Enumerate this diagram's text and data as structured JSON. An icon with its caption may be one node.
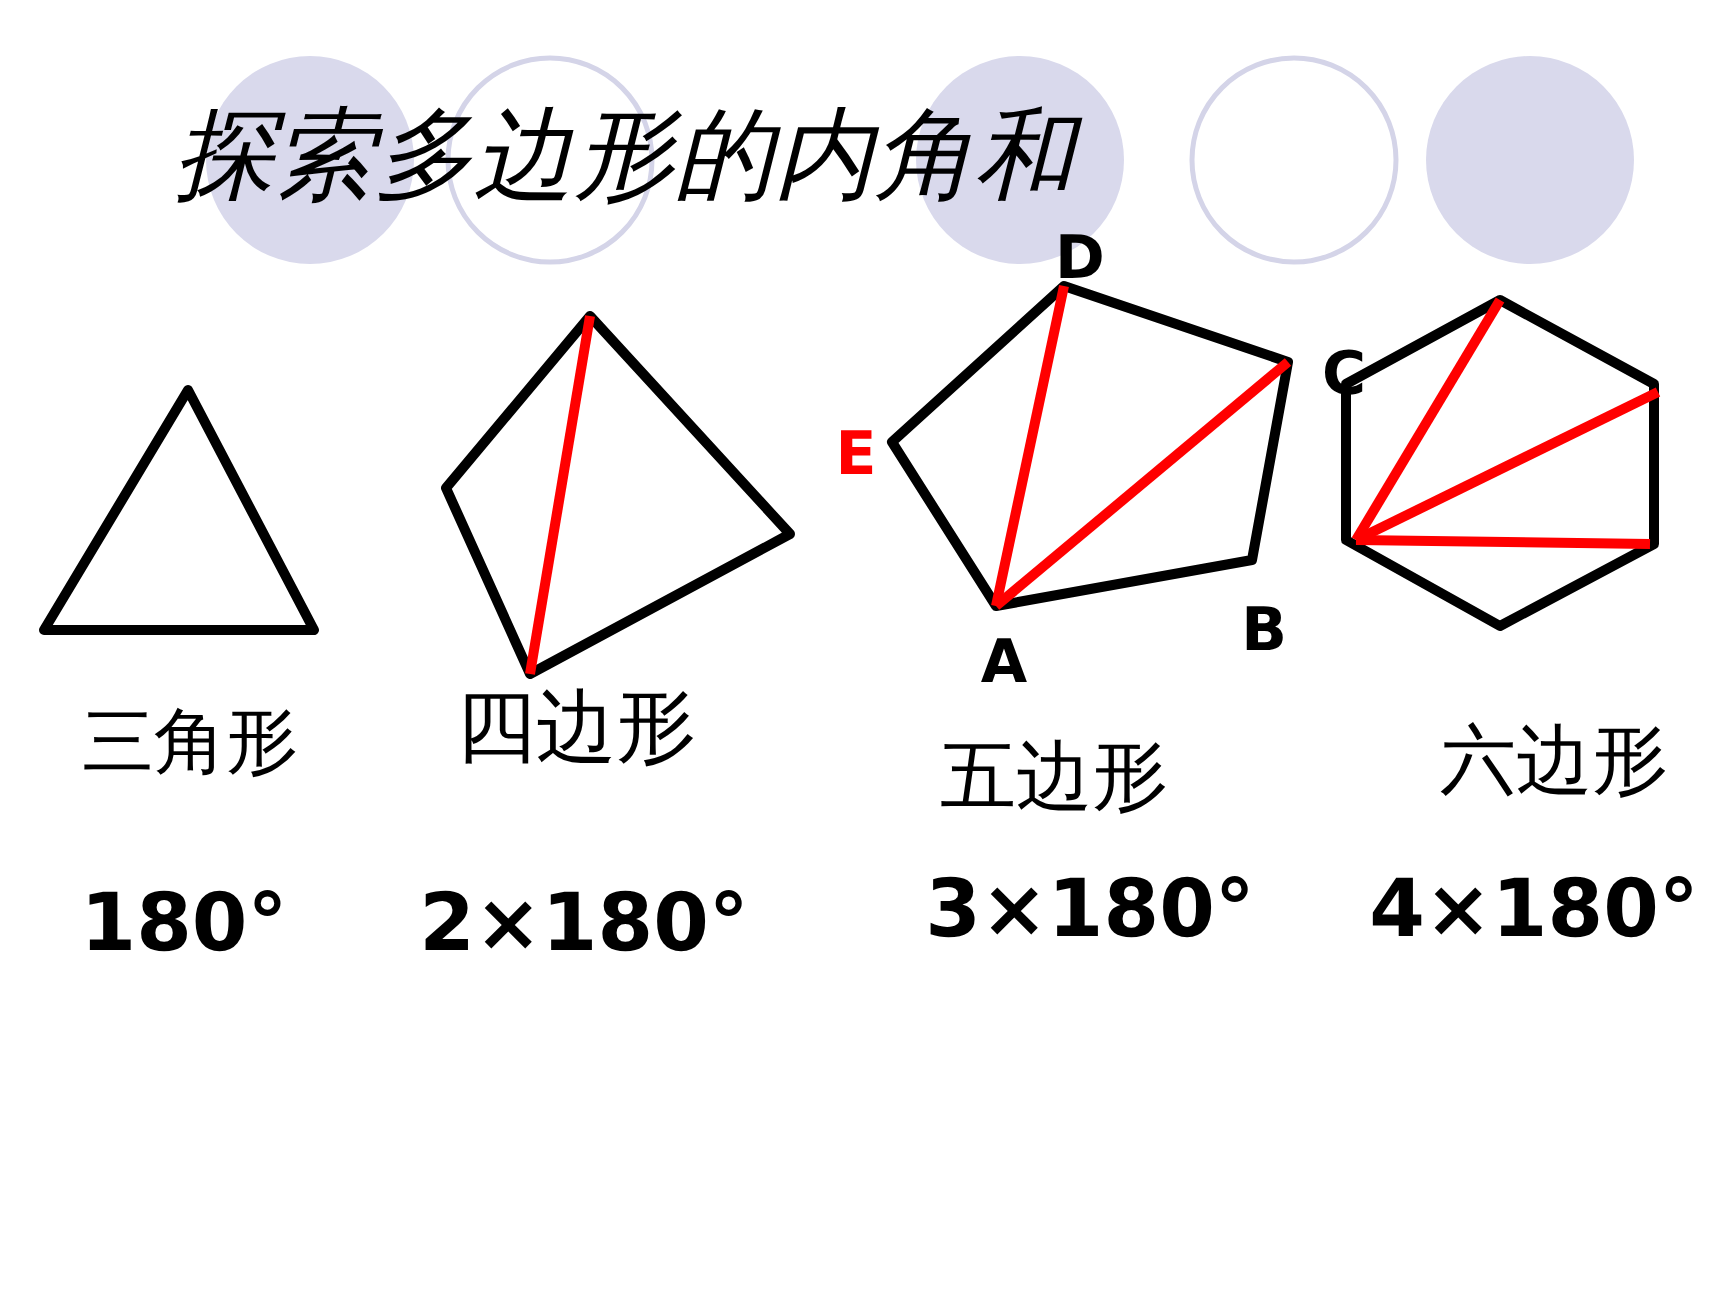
{
  "diagram": {
    "title": "探索多边形的内角和",
    "labels": [
      "D",
      "C",
      "E",
      "B",
      "A",
      "三角形",
      "四边形",
      "五边形",
      "六边形",
      "180°",
      "2×180°",
      "3×180°",
      "4×180°"
    ]
  }
}
